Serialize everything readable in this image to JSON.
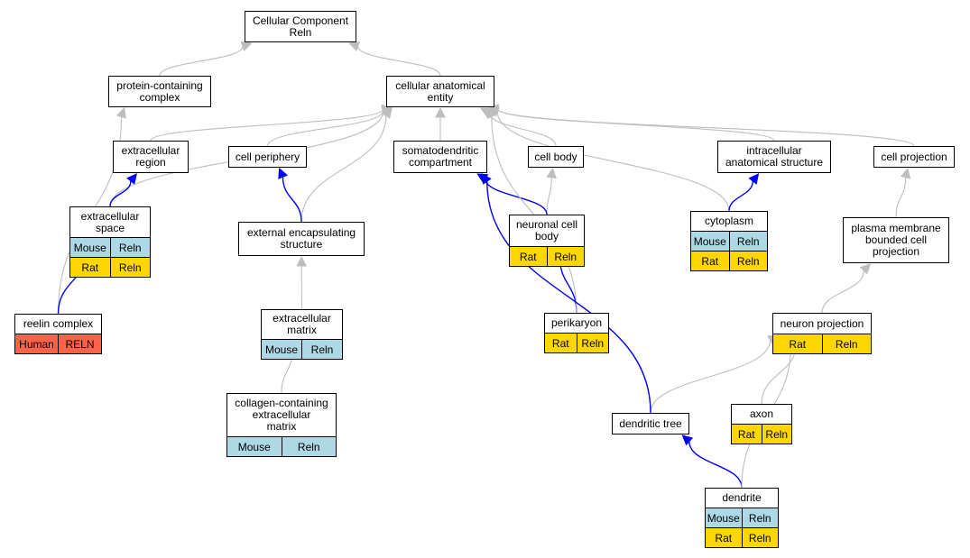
{
  "colors": {
    "edge_is_a": "#bebebe",
    "edge_part_of": "#0000ff",
    "Mouse": "#add8e6",
    "Rat": "#ffd700",
    "Human": "#ff6347"
  },
  "nodes": {
    "cc_root": {
      "label": "Cellular Component\nReln"
    },
    "protein_complex": {
      "label": "protein-containing\ncomplex"
    },
    "cellular_anatomical_entity": {
      "label": "cellular anatomical\nentity"
    },
    "extracellular_region": {
      "label": "extracellular\nregion"
    },
    "cell_periphery": {
      "label": "cell periphery"
    },
    "somatodendritic": {
      "label": "somatodendritic\ncompartment"
    },
    "cell_body": {
      "label": "cell body"
    },
    "intracellular": {
      "label": "intracellular\nanatomical structure"
    },
    "cell_projection": {
      "label": "cell projection"
    },
    "extracellular_space": {
      "label": "extracellular\nspace",
      "annotations": [
        {
          "species": "Mouse",
          "gene": "Reln"
        },
        {
          "species": "Rat",
          "gene": "Reln"
        }
      ]
    },
    "external_encapsulating": {
      "label": "external encapsulating\nstructure"
    },
    "neuronal_cell_body": {
      "label": "neuronal cell\nbody",
      "annotations": [
        {
          "species": "Rat",
          "gene": "Reln"
        }
      ]
    },
    "cytoplasm": {
      "label": "cytoplasm",
      "annotations": [
        {
          "species": "Mouse",
          "gene": "Reln"
        },
        {
          "species": "Rat",
          "gene": "Reln"
        }
      ]
    },
    "plasma_membrane_projection": {
      "label": "plasma membrane\nbounded cell\nprojection"
    },
    "reelin_complex": {
      "label": "reelin complex",
      "annotations": [
        {
          "species": "Human",
          "gene": "RELN"
        }
      ]
    },
    "extracellular_matrix": {
      "label": "extracellular\nmatrix",
      "annotations": [
        {
          "species": "Mouse",
          "gene": "Reln"
        }
      ]
    },
    "perikaryon": {
      "label": "perikaryon",
      "annotations": [
        {
          "species": "Rat",
          "gene": "Reln"
        }
      ]
    },
    "neuron_projection": {
      "label": "neuron projection",
      "annotations": [
        {
          "species": "Rat",
          "gene": "Reln"
        }
      ]
    },
    "collagen_matrix": {
      "label": "collagen-containing\nextracellular\nmatrix",
      "annotations": [
        {
          "species": "Mouse",
          "gene": "Reln"
        }
      ]
    },
    "dendritic_tree": {
      "label": "dendritic tree"
    },
    "axon": {
      "label": "axon",
      "annotations": [
        {
          "species": "Rat",
          "gene": "Reln"
        }
      ]
    },
    "dendrite": {
      "label": "dendrite",
      "annotations": [
        {
          "species": "Mouse",
          "gene": "Reln"
        },
        {
          "species": "Rat",
          "gene": "Reln"
        }
      ]
    }
  },
  "edges": [
    {
      "from": "protein_complex",
      "to": "cc_root",
      "type": "is_a"
    },
    {
      "from": "cellular_anatomical_entity",
      "to": "cc_root",
      "type": "is_a"
    },
    {
      "from": "reelin_complex",
      "to": "protein_complex",
      "type": "is_a"
    },
    {
      "from": "reelin_complex",
      "to": "extracellular_space",
      "type": "part_of"
    },
    {
      "from": "extracellular_region",
      "to": "cellular_anatomical_entity",
      "type": "is_a"
    },
    {
      "from": "extracellular_space",
      "to": "cellular_anatomical_entity",
      "type": "is_a"
    },
    {
      "from": "extracellular_space",
      "to": "extracellular_region",
      "type": "part_of"
    },
    {
      "from": "cell_periphery",
      "to": "cellular_anatomical_entity",
      "type": "is_a"
    },
    {
      "from": "external_encapsulating",
      "to": "cellular_anatomical_entity",
      "type": "is_a"
    },
    {
      "from": "external_encapsulating",
      "to": "cell_periphery",
      "type": "part_of"
    },
    {
      "from": "extracellular_matrix",
      "to": "external_encapsulating",
      "type": "is_a"
    },
    {
      "from": "collagen_matrix",
      "to": "extracellular_matrix",
      "type": "is_a"
    },
    {
      "from": "somatodendritic",
      "to": "cellular_anatomical_entity",
      "type": "is_a"
    },
    {
      "from": "cell_body",
      "to": "cellular_anatomical_entity",
      "type": "is_a"
    },
    {
      "from": "neuronal_cell_body",
      "to": "cell_body",
      "type": "is_a"
    },
    {
      "from": "neuronal_cell_body",
      "to": "somatodendritic",
      "type": "part_of"
    },
    {
      "from": "perikaryon",
      "to": "neuronal_cell_body",
      "type": "part_of"
    },
    {
      "from": "perikaryon",
      "to": "cellular_anatomical_entity",
      "type": "is_a"
    },
    {
      "from": "intracellular",
      "to": "cellular_anatomical_entity",
      "type": "is_a"
    },
    {
      "from": "cytoplasm",
      "to": "cellular_anatomical_entity",
      "type": "is_a"
    },
    {
      "from": "cytoplasm",
      "to": "intracellular",
      "type": "part_of"
    },
    {
      "from": "cell_projection",
      "to": "cellular_anatomical_entity",
      "type": "is_a"
    },
    {
      "from": "plasma_membrane_projection",
      "to": "cell_projection",
      "type": "is_a"
    },
    {
      "from": "neuron_projection",
      "to": "plasma_membrane_projection",
      "type": "is_a"
    },
    {
      "from": "dendritic_tree",
      "to": "neuron_projection",
      "type": "is_a"
    },
    {
      "from": "dendritic_tree",
      "to": "somatodendritic",
      "type": "part_of"
    },
    {
      "from": "axon",
      "to": "neuron_projection",
      "type": "is_a"
    },
    {
      "from": "dendrite",
      "to": "dendritic_tree",
      "type": "part_of"
    },
    {
      "from": "dendrite",
      "to": "neuron_projection",
      "type": "is_a"
    }
  ]
}
